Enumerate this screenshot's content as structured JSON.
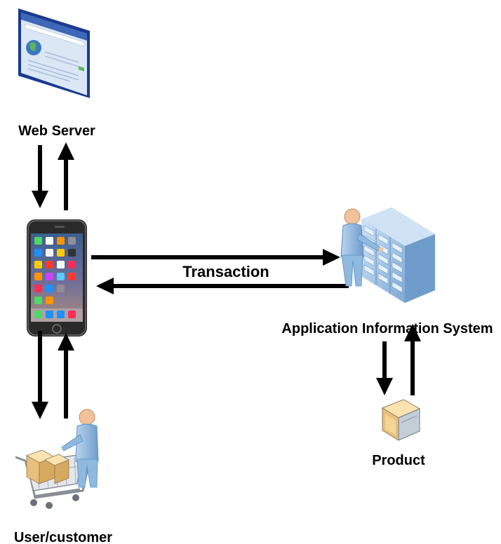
{
  "labels": {
    "web_server": "Web Server",
    "transaction": "Transaction",
    "app_info_system": "Application Information System",
    "product": "Product",
    "user_customer": "User/customer"
  },
  "colors": {
    "arrow": "#000000",
    "browser_frame": "#1a3a8f",
    "browser_bg": "#dbe7f5",
    "server_blue": "#9ec5e8",
    "server_dark": "#5a8fc4",
    "person_skin": "#f2c29a",
    "person_body": "#8fb9de",
    "phone_body": "#2a2a2a",
    "box_tan": "#e8c07a"
  }
}
